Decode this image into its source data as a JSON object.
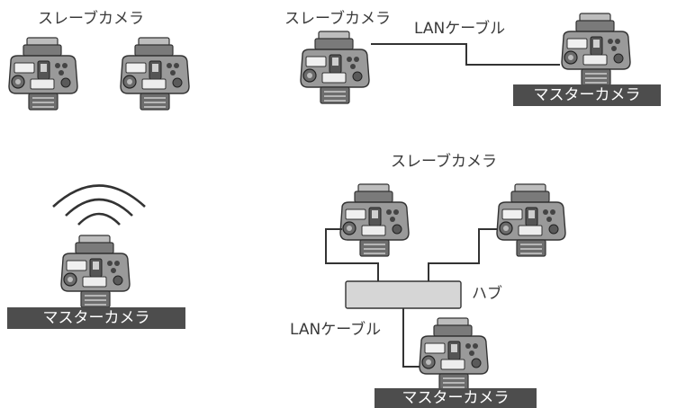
{
  "labels": {
    "slave_camera": "スレーブカメラ",
    "master_camera": "マスターカメラ",
    "lan_cable": "LANケーブル",
    "hub": "ハブ"
  },
  "colors": {
    "badge_bg": "#4d4d4d",
    "badge_text": "#ffffff",
    "line": "#333333",
    "hub_fill": "#d6d6d6",
    "camera_body": "#8a8a8a",
    "camera_dark": "#333333"
  },
  "icons": {
    "camera": "slr-camera-top-view-icon",
    "wireless": "wifi-waves-icon"
  }
}
